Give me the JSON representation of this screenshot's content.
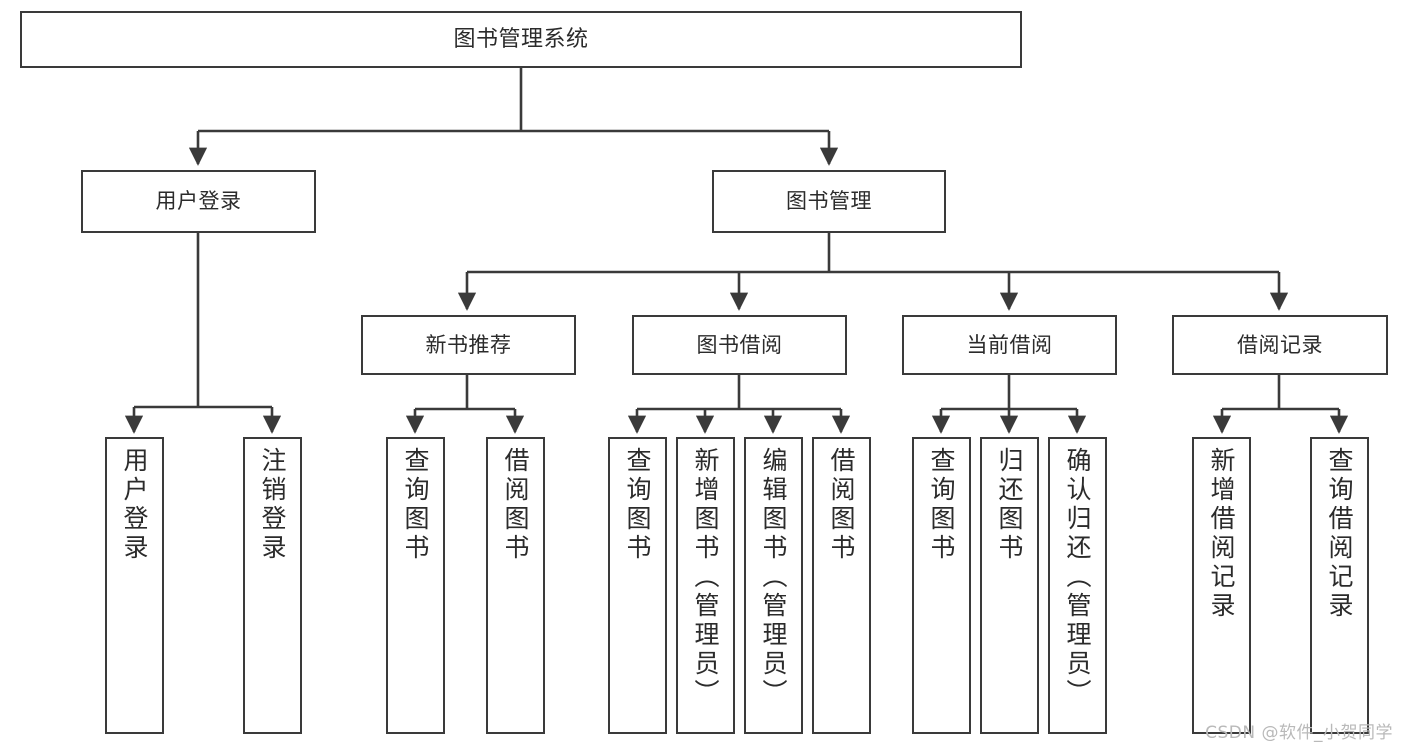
{
  "diagram": {
    "title": "图书管理系统",
    "watermark": "CSDN @软件_小贺同学",
    "line_color": "#3a3a3a",
    "box_fill": "#ffffff",
    "text_color": "#2b2b2b",
    "level1": {
      "label": "图书管理系统"
    },
    "level2": [
      {
        "label": "用户登录"
      },
      {
        "label": "图书管理"
      }
    ],
    "level3": [
      {
        "label": "新书推荐"
      },
      {
        "label": "图书借阅"
      },
      {
        "label": "当前借阅"
      },
      {
        "label": "借阅记录"
      }
    ],
    "leaves": {
      "user_login": [
        {
          "label": "用户登录"
        },
        {
          "label": "注销登录"
        }
      ],
      "new_book": [
        {
          "label": "查询图书"
        },
        {
          "label": "借阅图书"
        }
      ],
      "borrow_book": [
        {
          "label": "查询图书"
        },
        {
          "label": "新增图书（管理员）"
        },
        {
          "label": "编辑图书（管理员）"
        },
        {
          "label": "借阅图书"
        }
      ],
      "current_borrow": [
        {
          "label": "查询图书"
        },
        {
          "label": "归还图书"
        },
        {
          "label": "确认归还（管理员）"
        }
      ],
      "borrow_record": [
        {
          "label": "新增借阅记录"
        },
        {
          "label": "查询借阅记录"
        }
      ]
    }
  }
}
